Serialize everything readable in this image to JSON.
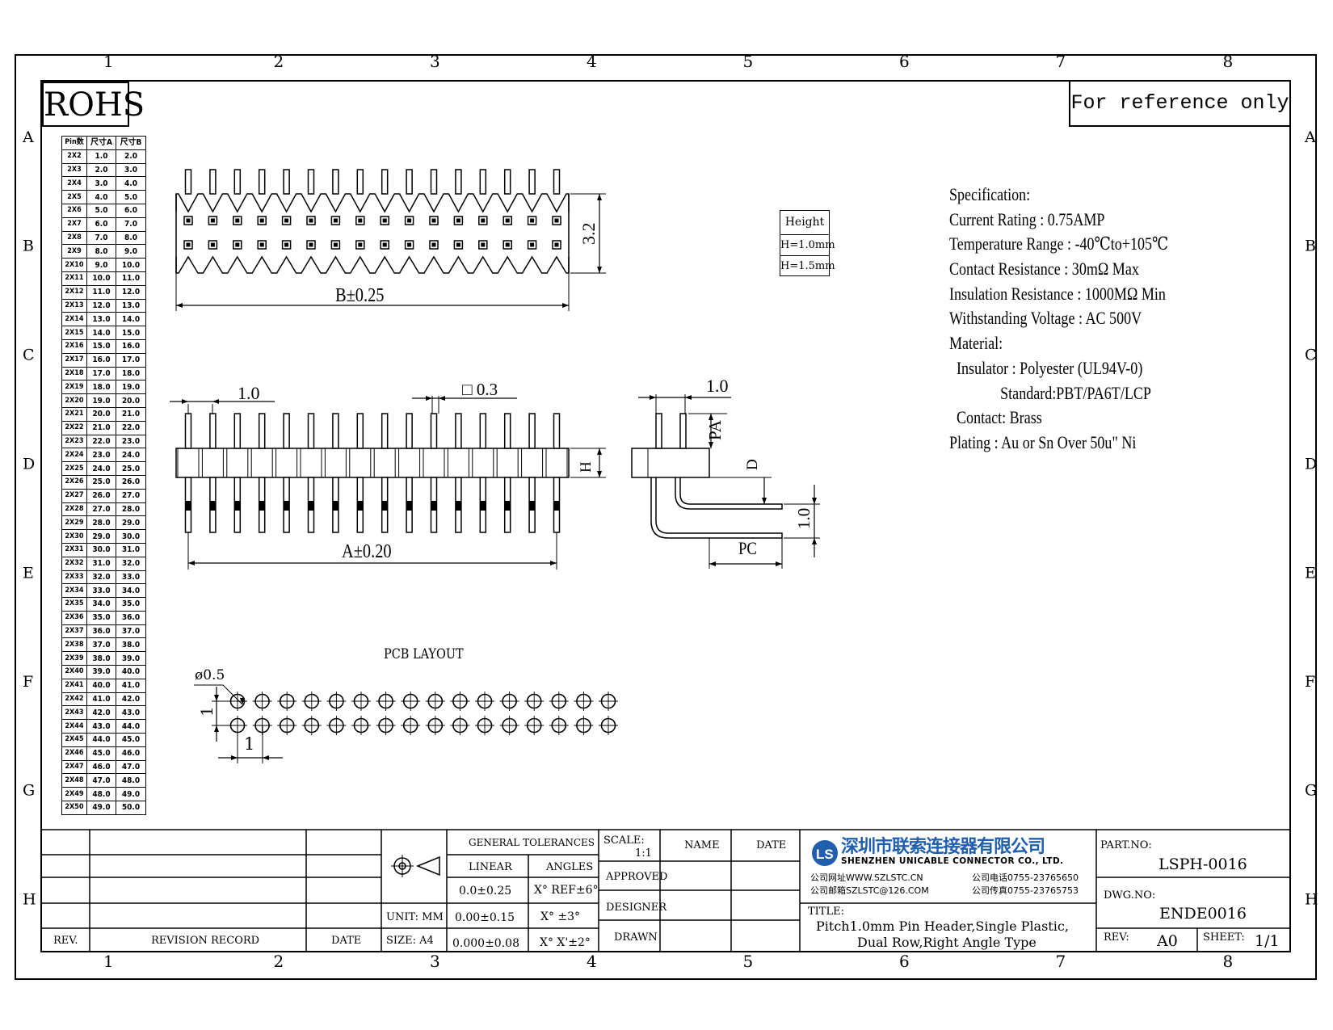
{
  "zones": {
    "columns": [
      "1",
      "2",
      "3",
      "4",
      "5",
      "6",
      "7",
      "8"
    ],
    "rows": [
      "A",
      "B",
      "C",
      "D",
      "E",
      "F",
      "G",
      "H"
    ]
  },
  "badge": "ROHS",
  "reference_note": "For reference only",
  "pin_table": {
    "headers": [
      "Pin数",
      "尺寸A",
      "尺寸B"
    ],
    "rows": [
      [
        "2X2",
        "1.0",
        "2.0"
      ],
      [
        "2X3",
        "2.0",
        "3.0"
      ],
      [
        "2X4",
        "3.0",
        "4.0"
      ],
      [
        "2X5",
        "4.0",
        "5.0"
      ],
      [
        "2X6",
        "5.0",
        "6.0"
      ],
      [
        "2X7",
        "6.0",
        "7.0"
      ],
      [
        "2X8",
        "7.0",
        "8.0"
      ],
      [
        "2X9",
        "8.0",
        "9.0"
      ],
      [
        "2X10",
        "9.0",
        "10.0"
      ],
      [
        "2X11",
        "10.0",
        "11.0"
      ],
      [
        "2X12",
        "11.0",
        "12.0"
      ],
      [
        "2X13",
        "12.0",
        "13.0"
      ],
      [
        "2X14",
        "13.0",
        "14.0"
      ],
      [
        "2X15",
        "14.0",
        "15.0"
      ],
      [
        "2X16",
        "15.0",
        "16.0"
      ],
      [
        "2X17",
        "16.0",
        "17.0"
      ],
      [
        "2X18",
        "17.0",
        "18.0"
      ],
      [
        "2X19",
        "18.0",
        "19.0"
      ],
      [
        "2X20",
        "19.0",
        "20.0"
      ],
      [
        "2X21",
        "20.0",
        "21.0"
      ],
      [
        "2X22",
        "21.0",
        "22.0"
      ],
      [
        "2X23",
        "22.0",
        "23.0"
      ],
      [
        "2X24",
        "23.0",
        "24.0"
      ],
      [
        "2X25",
        "24.0",
        "25.0"
      ],
      [
        "2X26",
        "25.0",
        "26.0"
      ],
      [
        "2X27",
        "26.0",
        "27.0"
      ],
      [
        "2X28",
        "27.0",
        "28.0"
      ],
      [
        "2X29",
        "28.0",
        "29.0"
      ],
      [
        "2X30",
        "29.0",
        "30.0"
      ],
      [
        "2X31",
        "30.0",
        "31.0"
      ],
      [
        "2X32",
        "31.0",
        "32.0"
      ],
      [
        "2X33",
        "32.0",
        "33.0"
      ],
      [
        "2X34",
        "33.0",
        "34.0"
      ],
      [
        "2X35",
        "34.0",
        "35.0"
      ],
      [
        "2X36",
        "35.0",
        "36.0"
      ],
      [
        "2X37",
        "36.0",
        "37.0"
      ],
      [
        "2X38",
        "37.0",
        "38.0"
      ],
      [
        "2X39",
        "38.0",
        "39.0"
      ],
      [
        "2X40",
        "39.0",
        "40.0"
      ],
      [
        "2X41",
        "40.0",
        "41.0"
      ],
      [
        "2X42",
        "41.0",
        "42.0"
      ],
      [
        "2X43",
        "42.0",
        "43.0"
      ],
      [
        "2X44",
        "43.0",
        "44.0"
      ],
      [
        "2X45",
        "44.0",
        "45.0"
      ],
      [
        "2X46",
        "45.0",
        "46.0"
      ],
      [
        "2X47",
        "46.0",
        "47.0"
      ],
      [
        "2X48",
        "47.0",
        "48.0"
      ],
      [
        "2X49",
        "48.0",
        "49.0"
      ],
      [
        "2X50",
        "49.0",
        "50.0"
      ]
    ]
  },
  "dims": {
    "b": "B±0.25",
    "h32": "3.2",
    "a": "A±0.20",
    "p1": "1.0",
    "sq": "□ 0.3",
    "side_p": "1.0",
    "pa": "PA",
    "d": "D",
    "h": "H",
    "side_b": "1.0",
    "pc": "PC",
    "pcb_title": "PCB LAYOUT",
    "hole": "ø0.5",
    "pcb_v": "1",
    "pcb_h": "1"
  },
  "height_box": {
    "title": "Height",
    "options": [
      "H=1.0mm",
      "H=1.5mm"
    ]
  },
  "spec": [
    "Specification:",
    "Current Rating : 0.75AMP",
    "Temperature Range : -40℃to+105℃",
    "Contact Resistance : 30mΩ Max",
    "Insulation Resistance : 1000MΩ Min",
    "Withstanding Voltage : AC 500V",
    "Material:",
    "  Insulator : Polyester (UL94V-0)",
    "              Standard:PBT/PA6T/LCP",
    "  Contact: Brass",
    "Plating : Au or Sn Over 50u\" Ni"
  ],
  "title_block": {
    "rev_label": "REV.",
    "revision_record": "REVISION RECORD",
    "date_label": "DATE",
    "unit": "UNIT: MM",
    "size": "SIZE: A4",
    "general_tolerances": "GENERAL TOLERANCES",
    "linear": "LINEAR",
    "angles": "ANGLES",
    "tol_linear": [
      "0.0±0.25",
      "0.00±0.15",
      "0.000±0.08"
    ],
    "tol_angles": [
      "X° REF±6°",
      "X° ±3°",
      "X° X'±2°"
    ],
    "scale_label": "SCALE:",
    "scale_value": "1:1",
    "name": "NAME",
    "date": "DATE",
    "approved": "APPROVED",
    "designer": "DESIGNER",
    "drawn": "DRAWN",
    "company_cn": "深圳市联索连接器有限公司",
    "company_en": "SHENZHEN UNICABLE CONNECTOR CO., LTD.",
    "web": "公司网址WWW.SZLSTC.CN",
    "email": "公司邮箱SZLSTC@126.COM",
    "tel": "公司电话0755-23765650",
    "fax": "公司传真0755-23765753",
    "title_label": "TITLE:",
    "title_line1": "Pitch1.0mm Pin Header,Single Plastic,",
    "title_line2": "Dual Row,Right Angle Type",
    "part_label": "PART.NO:",
    "part_no": "LSPH-0016",
    "dwg_label": "DWG.NO:",
    "dwg_no": "ENDE0016",
    "rev2_label": "REV:",
    "rev_value": "A0",
    "sheet_label": "SHEET:",
    "sheet_value": "1/1"
  }
}
